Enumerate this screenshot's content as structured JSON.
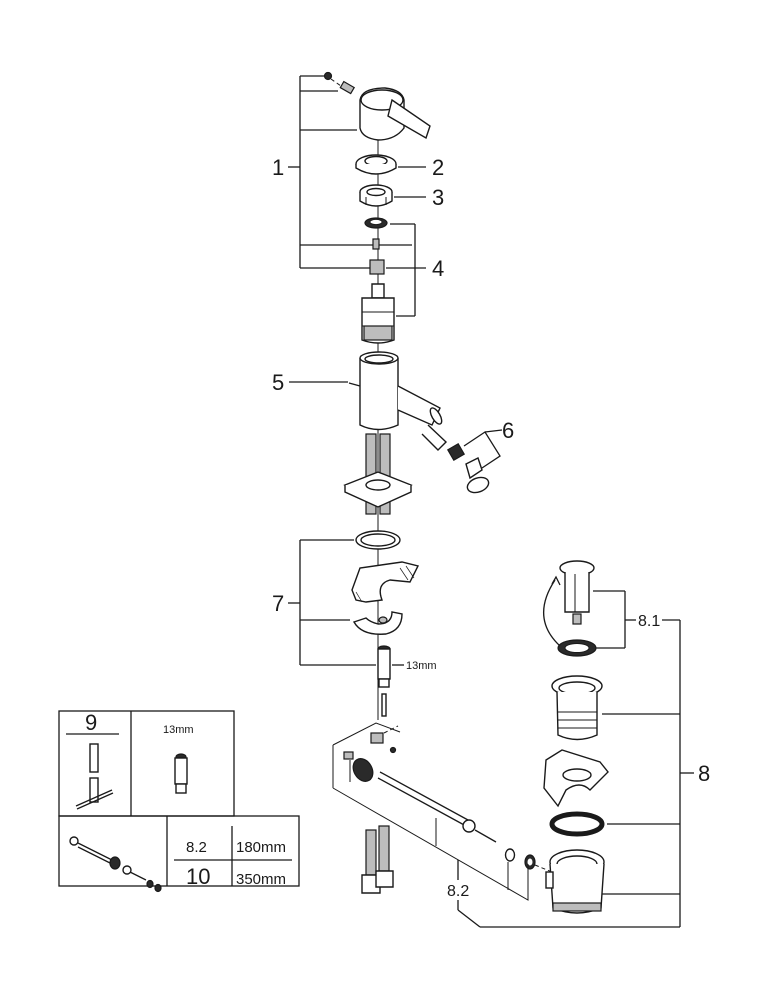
{
  "diagram": {
    "title": "Bidet mixer exploded parts view",
    "callouts": {
      "c1": "1",
      "c2": "2",
      "c3": "3",
      "c4": "4",
      "c5": "5",
      "c6": "6",
      "c7": "7",
      "c8": "8",
      "c8_1": "8.1",
      "c8_2": "8.2",
      "c9": "9",
      "wrench_size_main": "13mm",
      "wrench_size_box": "13mm"
    },
    "parts": [
      {
        "id": "1",
        "name": "Lever handle with screw and cap"
      },
      {
        "id": "2",
        "name": "Cover ring"
      },
      {
        "id": "3",
        "name": "Cartridge nut"
      },
      {
        "id": "4",
        "name": "Cartridge with seal and adapter"
      },
      {
        "id": "5",
        "name": "Mixer body"
      },
      {
        "id": "6",
        "name": "Swivel spray outlet"
      },
      {
        "id": "7",
        "name": "Fixing set"
      },
      {
        "id": "8",
        "name": "Pop-up waste"
      },
      {
        "id": "8.1",
        "name": "Plug with seal"
      },
      {
        "id": "8.2",
        "name": "Lift rod set"
      },
      {
        "id": "9",
        "name": "Tool / wrench"
      },
      {
        "id": "10",
        "name": "Flexible hoses"
      }
    ],
    "table": {
      "rows": [
        {
          "part": "8.2",
          "length": "180mm"
        },
        {
          "part": "10",
          "length": "350mm"
        }
      ]
    }
  }
}
